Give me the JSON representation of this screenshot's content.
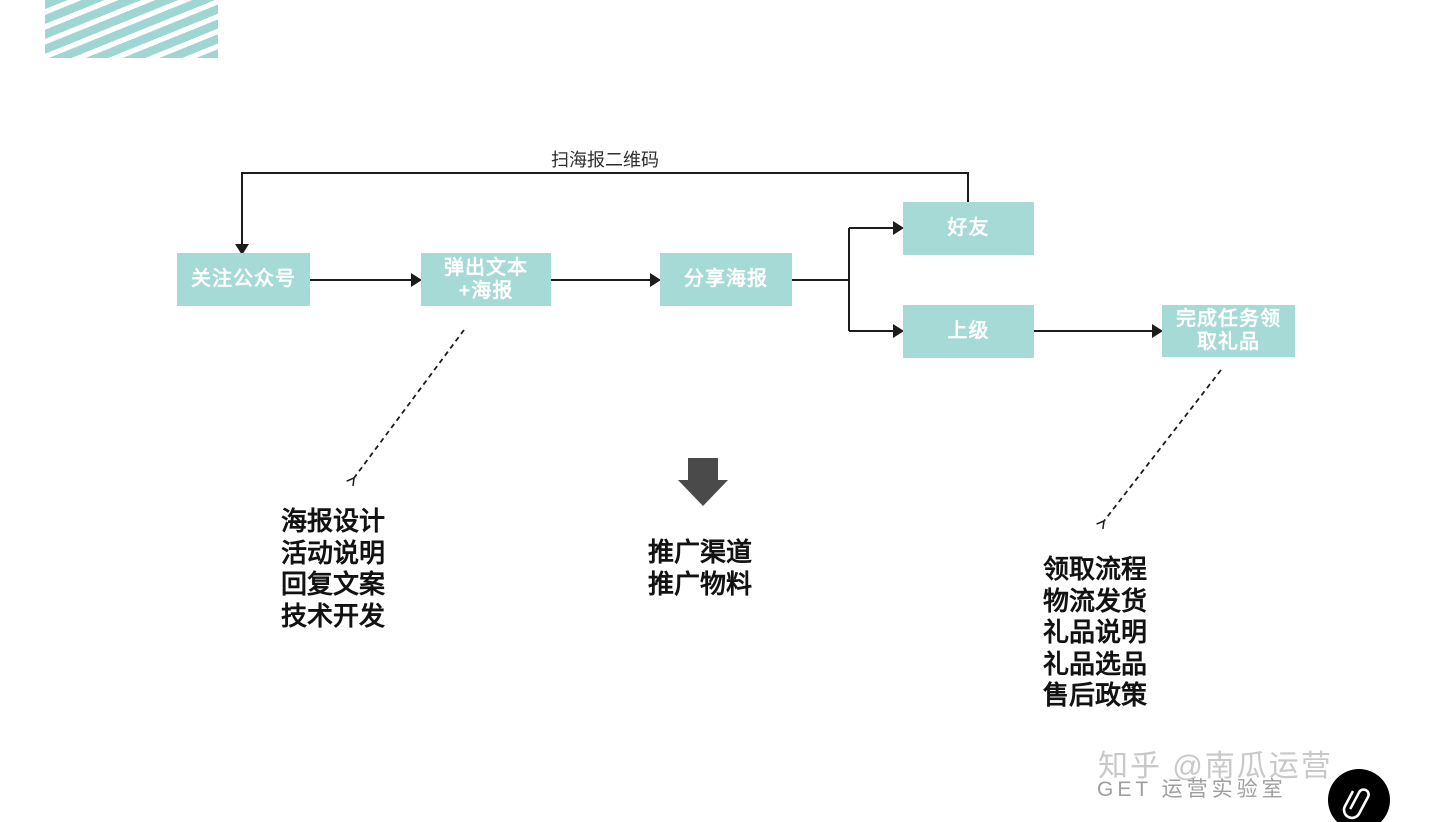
{
  "flowchart": {
    "scan_label": "扫海报二维码",
    "nodes": {
      "follow": "关注公众号",
      "popup": "弹出文本\n+海报",
      "share": "分享海报",
      "friends": "好友",
      "upline": "上级",
      "reward": "完成任务领\n取礼品"
    }
  },
  "notes": {
    "left": [
      "海报设计",
      "活动说明",
      "回复文案",
      "技术开发"
    ],
    "middle": [
      "推广渠道",
      "推广物料"
    ],
    "right": [
      "领取流程",
      "物流发货",
      "礼品说明",
      "礼品选品",
      "售后政策"
    ]
  },
  "watermark": {
    "brand": "知乎 @南瓜运营",
    "studio": "GET 运营实验室",
    "logo": "paperclip-icon"
  },
  "colors": {
    "node_teal": "#a5dad7",
    "stripe_teal": "#9fd6d3",
    "line_black": "#1c1c1c",
    "big_arrow_gray": "#4a4a4a",
    "watermark_light": "#c9c9c9",
    "watermark_gray": "#9e9e9e"
  }
}
